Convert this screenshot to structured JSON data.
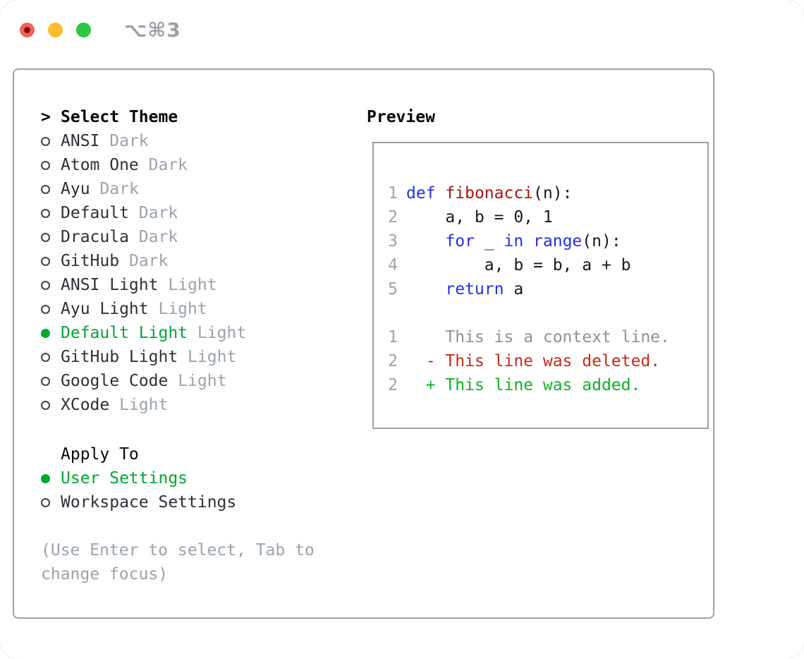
{
  "window": {
    "shortcut_label": "⌥⌘3",
    "traffic_lights": [
      {
        "name": "close"
      },
      {
        "name": "minimize"
      },
      {
        "name": "zoom"
      }
    ]
  },
  "theme_picker": {
    "title_prefix": ">",
    "title": "Select Theme",
    "items": [
      {
        "name": "ANSI",
        "variant": "Dark",
        "selected": false
      },
      {
        "name": "Atom One",
        "variant": "Dark",
        "selected": false
      },
      {
        "name": "Ayu",
        "variant": "Dark",
        "selected": false
      },
      {
        "name": "Default",
        "variant": "Dark",
        "selected": false
      },
      {
        "name": "Dracula",
        "variant": "Dark",
        "selected": false
      },
      {
        "name": "GitHub",
        "variant": "Dark",
        "selected": false
      },
      {
        "name": "ANSI Light",
        "variant": "Light",
        "selected": false
      },
      {
        "name": "Ayu Light",
        "variant": "Light",
        "selected": false
      },
      {
        "name": "Default Light",
        "variant": "Light",
        "selected": true
      },
      {
        "name": "GitHub Light",
        "variant": "Light",
        "selected": false
      },
      {
        "name": "Google Code",
        "variant": "Light",
        "selected": false
      },
      {
        "name": "XCode",
        "variant": "Light",
        "selected": false
      }
    ]
  },
  "apply_to": {
    "title": "Apply To",
    "options": [
      {
        "label": "User Settings",
        "selected": true
      },
      {
        "label": "Workspace Settings",
        "selected": false
      }
    ]
  },
  "help_text": "(Use Enter to select, Tab to change focus)",
  "preview": {
    "title": "Preview",
    "code_lines": [
      {
        "num": "1",
        "tokens": [
          {
            "c": "kw",
            "t": "def"
          },
          {
            "c": "pl",
            "t": " "
          },
          {
            "c": "fn",
            "t": "fibonacci"
          },
          {
            "c": "pl",
            "t": "(n):"
          }
        ]
      },
      {
        "num": "2",
        "tokens": [
          {
            "c": "pl",
            "t": "    a, b = 0, 1"
          }
        ]
      },
      {
        "num": "3",
        "tokens": [
          {
            "c": "pl",
            "t": "    "
          },
          {
            "c": "kw",
            "t": "for"
          },
          {
            "c": "pl",
            "t": " _ "
          },
          {
            "c": "kw",
            "t": "in"
          },
          {
            "c": "pl",
            "t": " "
          },
          {
            "c": "kw",
            "t": "range"
          },
          {
            "c": "pl",
            "t": "(n):"
          }
        ]
      },
      {
        "num": "4",
        "tokens": [
          {
            "c": "pl",
            "t": "        a, b = b, a + b"
          }
        ]
      },
      {
        "num": "5",
        "tokens": [
          {
            "c": "pl",
            "t": "    "
          },
          {
            "c": "kw",
            "t": "return"
          },
          {
            "c": "pl",
            "t": " a"
          }
        ]
      }
    ],
    "diff_lines": [
      {
        "num": "1",
        "kind": "context",
        "text": "    This is a context line."
      },
      {
        "num": "2",
        "kind": "deleted",
        "text": "  - This line was deleted."
      },
      {
        "num": "2",
        "kind": "added",
        "text": "  + This line was added."
      }
    ]
  },
  "colors": {
    "border": "#99a1ab",
    "ring": "#3f454c",
    "text": "#2c3138",
    "header": "#060708",
    "muted": "#9aa3ae",
    "context": "#8b929c",
    "green": "#00a534",
    "added": "#0db222",
    "deleted": "#c52a1b",
    "kw": "#2232e2",
    "fn": "#a81414",
    "code": "#17191d",
    "light-red": "#f4605a",
    "light-yellow": "#fdbc2e",
    "light-green": "#2bc840",
    "red-dot": "#7e120b",
    "shortcut": "#9aa0a8"
  }
}
